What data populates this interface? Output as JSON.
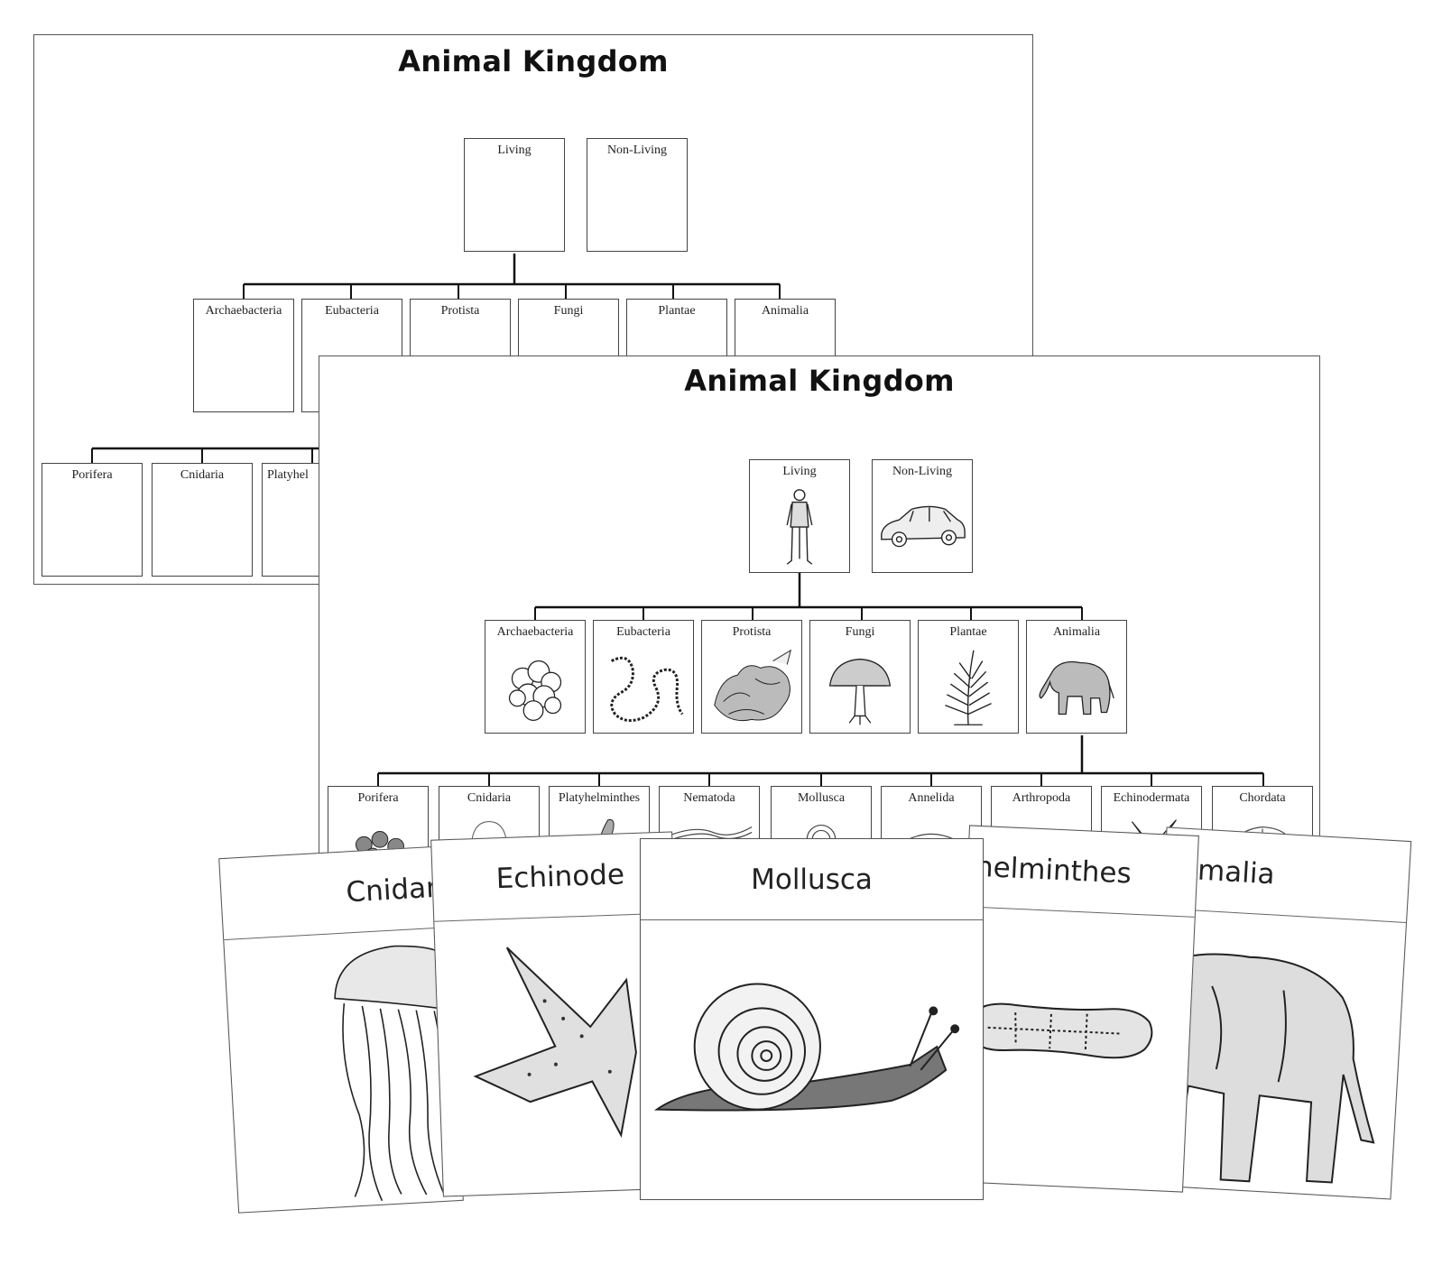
{
  "sheets": {
    "back": {
      "title": "Animal Kingdom",
      "top_row": [
        "Living",
        "Non-Living"
      ],
      "kingdoms": [
        "Archaebacteria",
        "Eubacteria",
        "Protista",
        "Fungi",
        "Plantae",
        "Animalia"
      ],
      "phyla": [
        "Porifera",
        "Cnidaria",
        "Platyhel"
      ]
    },
    "front": {
      "title": "Animal Kingdom",
      "top_row": [
        "Living",
        "Non-Living"
      ],
      "kingdoms": [
        "Archaebacteria",
        "Eubacteria",
        "Protista",
        "Fungi",
        "Plantae",
        "Animalia"
      ],
      "phyla": [
        "Porifera",
        "Cnidaria",
        "Platyhelminthes",
        "Nematoda",
        "Mollusca",
        "Annelida",
        "Arthropoda",
        "Echinodermata",
        "Chordata"
      ]
    }
  },
  "cards": {
    "cnidaria": "Cnidari",
    "echinodermata": "Echinode",
    "platyhelminthes": "helminthes",
    "animalia": "nimalia",
    "mollusca": "Mollusca"
  },
  "icons": {
    "living": "standing-man-icon",
    "non_living": "car-icon",
    "archaebacteria": "cell-cluster-icon",
    "eubacteria": "bacteria-chain-icon",
    "protista": "protist-colony-icon",
    "fungi": "mushroom-icon",
    "plantae": "fern-icon",
    "animalia": "elephant-icon",
    "porifera": "sponge-icon",
    "cnidaria": "jellyfish-icon",
    "platyhelminthes": "flatworm-icon",
    "nematoda": "roundworm-icon",
    "mollusca": "snail-icon",
    "annelida": "segmented-worm-icon",
    "arthropoda": "crab-icon",
    "echinodermata": "starfish-icon",
    "chordata": "brain-icon"
  },
  "colors": {
    "line": "#111111",
    "border": "#444444",
    "ink": "#222222"
  }
}
